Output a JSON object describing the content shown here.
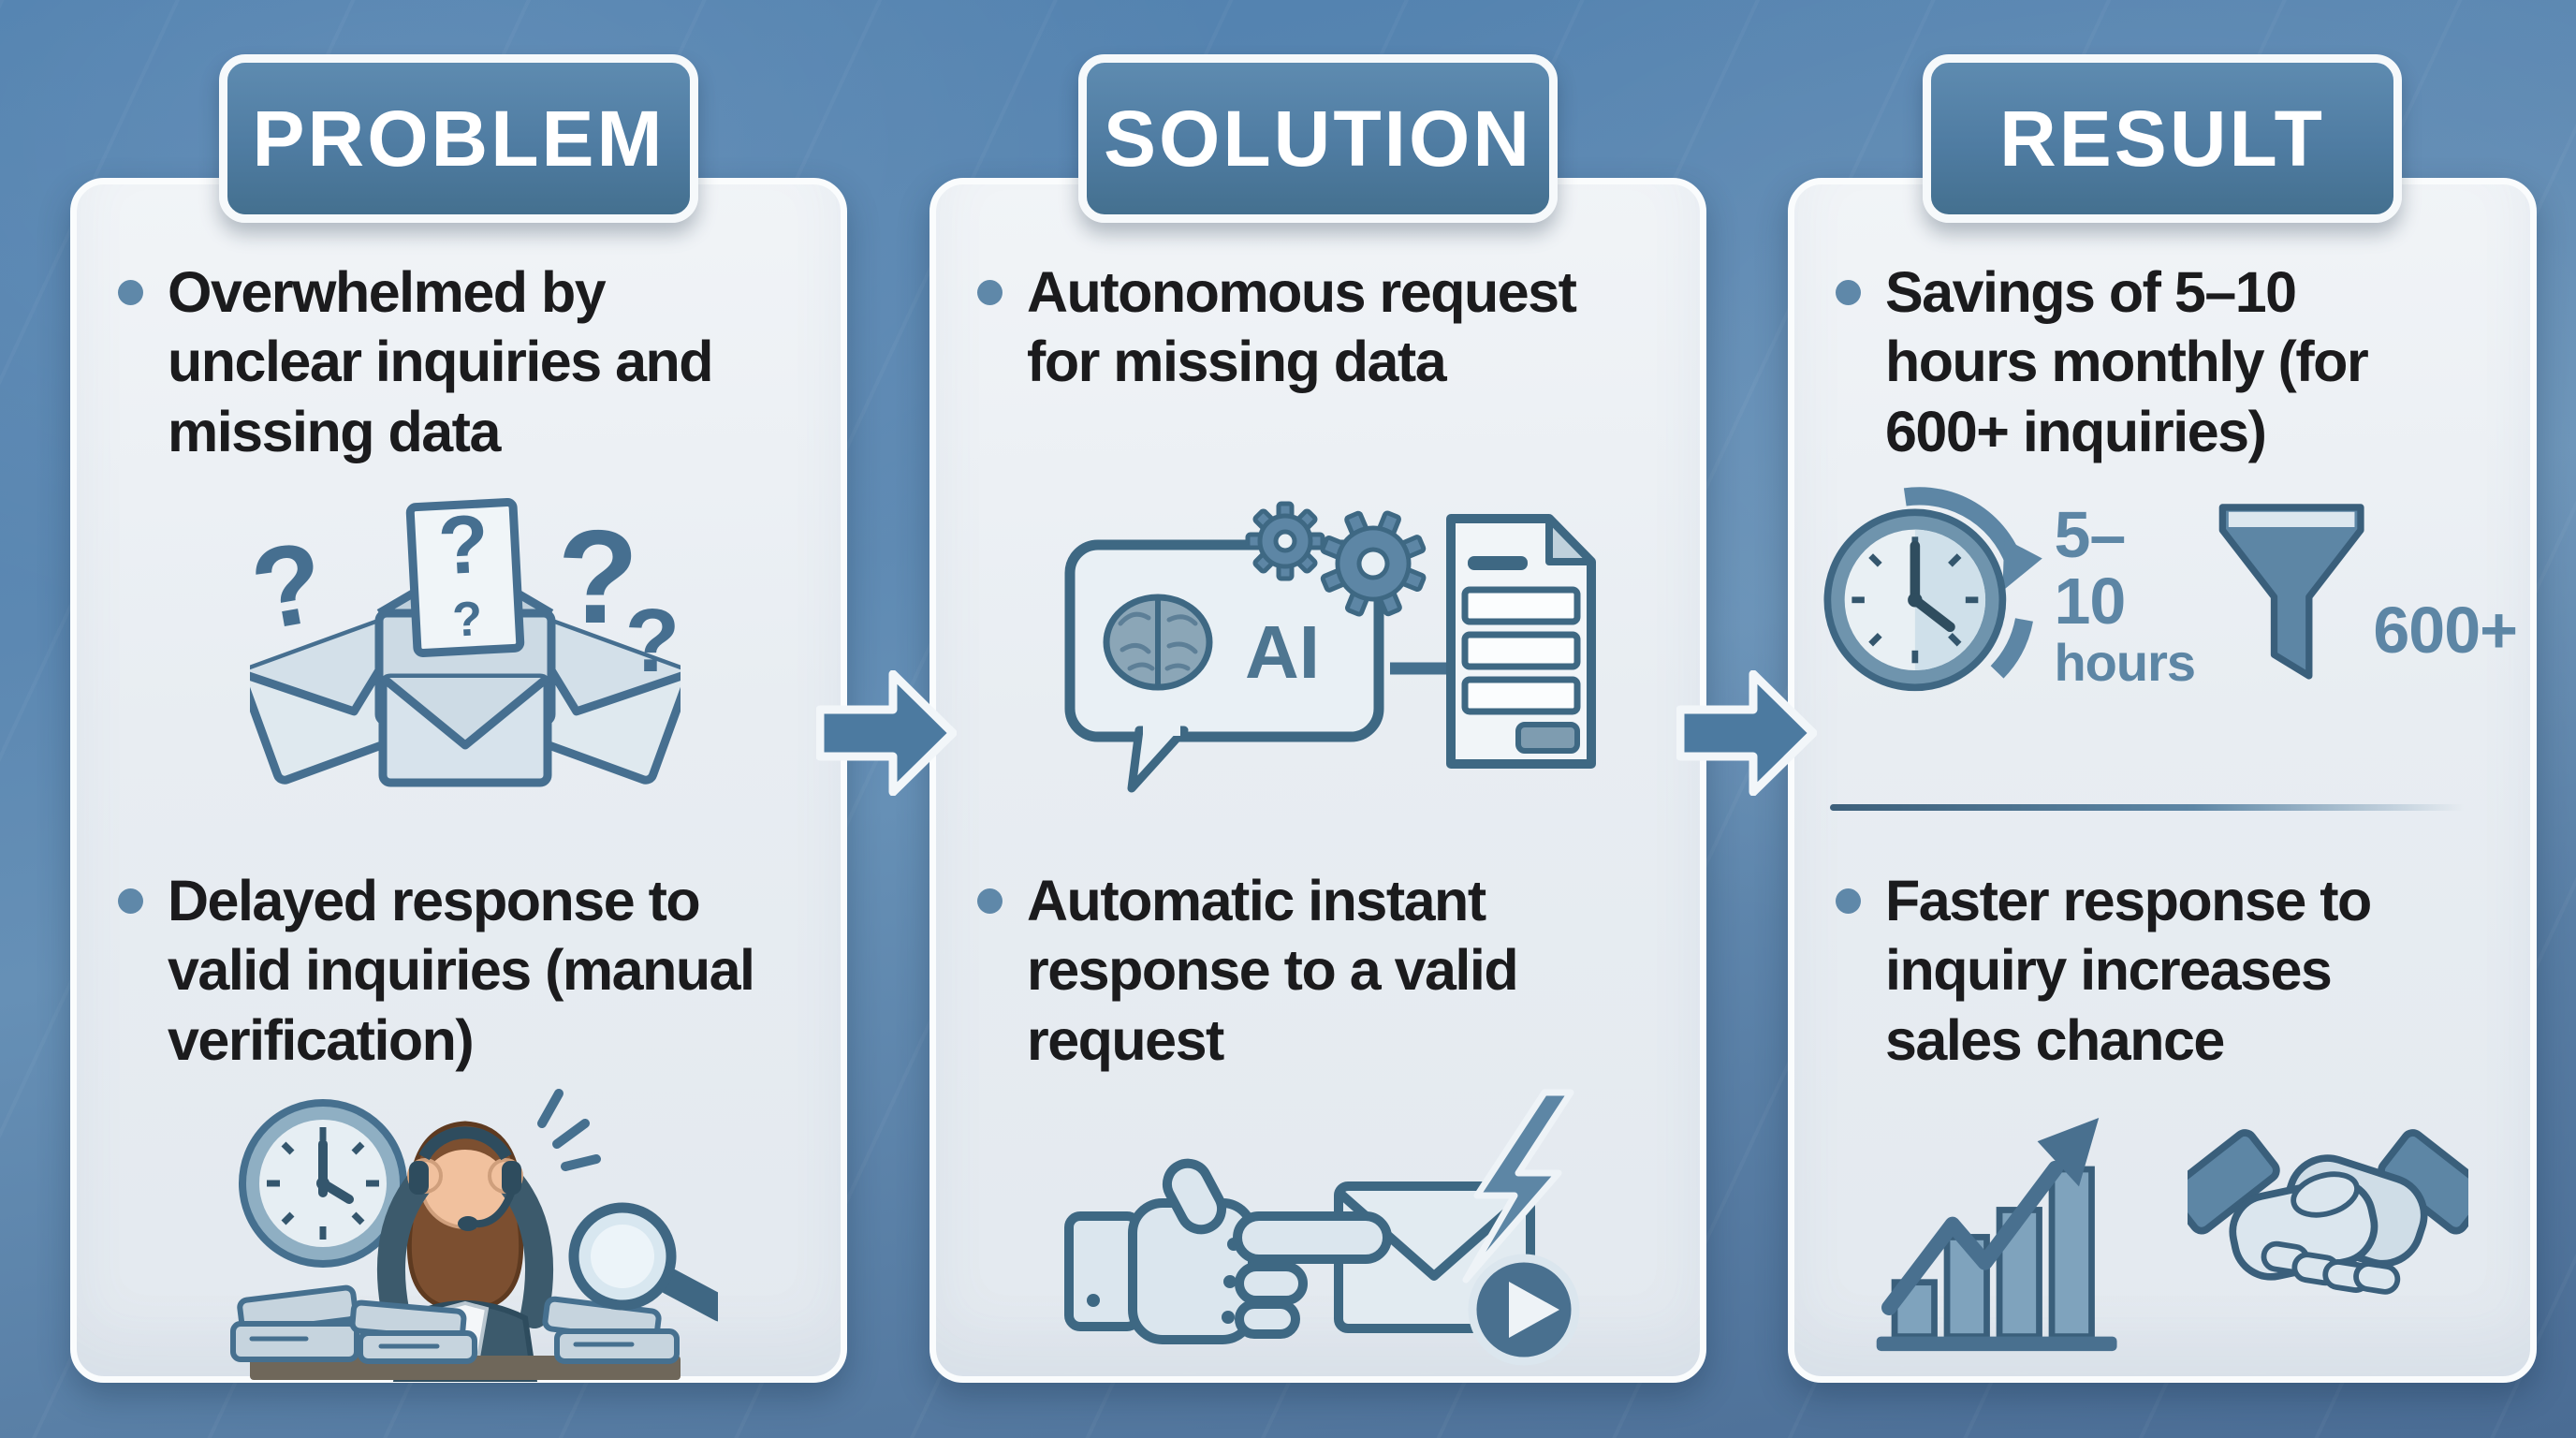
{
  "columns": [
    {
      "header": "PROBLEM",
      "bullets": [
        "Overwhelmed by unclear inquiries and missing data",
        "Delayed response to valid inquiries (manual verification)"
      ]
    },
    {
      "header": "SOLUTION",
      "bullets": [
        "Autonomous request for missing data",
        "Automatic instant response to a valid request"
      ],
      "ai_label": "AI"
    },
    {
      "header": "RESULT",
      "bullets": [
        "Savings of 5–10 hours monthly (for 600+ inquiries)",
        "Faster response to inquiry increases sales chance"
      ],
      "stats": {
        "hours_value": "5–10",
        "hours_unit": "hours",
        "inquiries_value": "600+"
      }
    }
  ],
  "icons": {
    "column1": [
      "question-envelopes-icon",
      "stressed-agent-icon"
    ],
    "column2": [
      "ai-brain-gears-document-icon",
      "hand-send-envelope-icon"
    ],
    "column3": [
      "clock-time-saving-icon",
      "funnel-icon",
      "growth-chart-icon",
      "handshake-icon"
    ],
    "connectors": [
      "flow-arrow-icon",
      "flow-arrow-icon"
    ]
  },
  "colors": {
    "background_top": "#5c88b2",
    "background_bottom": "#4a6c94",
    "card_fill": "#e9edf2",
    "card_border": "#fafcfd",
    "header_fill": "#4f7ca2",
    "header_text": "#ffffff",
    "body_text": "#1b1b1d",
    "bullet_dot": "#5f88a9",
    "icon_stroke": "#3f6783",
    "icon_steel": "#5d86a5",
    "icon_light": "#dbe6ee",
    "stat_text": "#5d86a5"
  }
}
